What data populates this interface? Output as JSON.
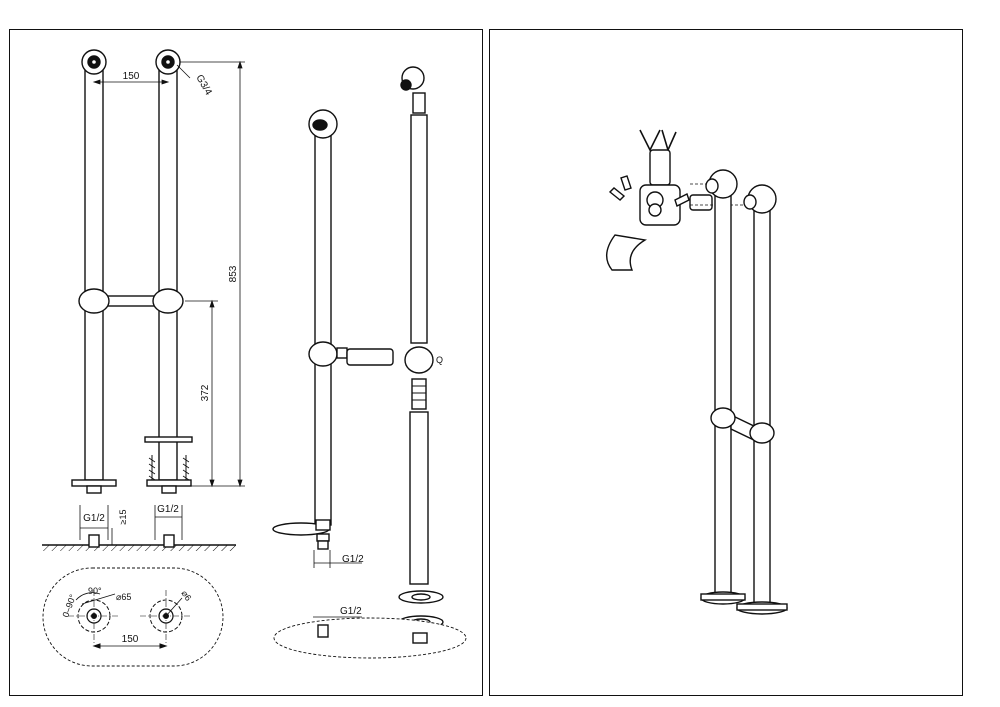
{
  "labels": {
    "spacing_top": "150",
    "thread_top": "G3/4",
    "height_total": "853",
    "height_bridge": "372",
    "thread_left": "G1/2",
    "thread_right": "G1/2",
    "depth": "≥15",
    "angle_range": "0–90°",
    "angle": "90°",
    "bore_left": "⌀65",
    "bore_right": "⌀6",
    "spacing_bottom": "150",
    "thread_exploded": "G1/2",
    "thread_base": "G1/2",
    "part_mark": "Q"
  },
  "colors": {
    "line": "#111111",
    "fill": "#ffffff",
    "grey": "#cccccc"
  }
}
